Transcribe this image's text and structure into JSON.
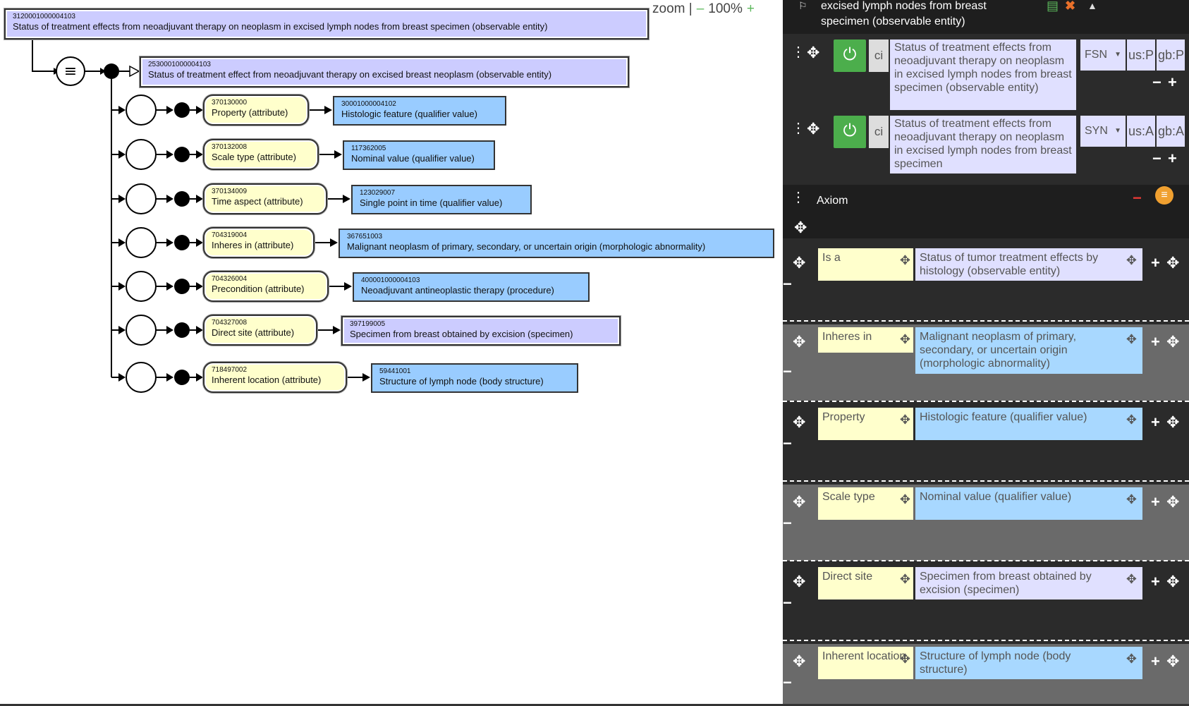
{
  "diagram": {
    "focus": {
      "id": "3120001000004103",
      "label": "Status of treatment effects from neoadjuvant therapy on neoplasm in excised lymph nodes from breast specimen (observable entity)"
    },
    "parent": {
      "id": "2530001000004103",
      "label": "Status of treatment effect from neoadjuvant therapy on excised breast neoplasm (observable entity)"
    },
    "definition_status_symbol": "≡",
    "relationships": [
      {
        "attr_id": "370130000",
        "attr_label": "Property (attribute)",
        "val_id": "30001000004102",
        "val_label": "Histologic feature (qualifier value)",
        "val_defined": false
      },
      {
        "attr_id": "370132008",
        "attr_label": "Scale type (attribute)",
        "val_id": "117362005",
        "val_label": "Nominal value (qualifier value)",
        "val_defined": false
      },
      {
        "attr_id": "370134009",
        "attr_label": "Time aspect (attribute)",
        "val_id": "123029007",
        "val_label": "Single point in time (qualifier value)",
        "val_defined": false
      },
      {
        "attr_id": "704319004",
        "attr_label": "Inheres in (attribute)",
        "val_id": "367651003",
        "val_label": "Malignant neoplasm of primary, secondary, or uncertain origin (morphologic abnormality)",
        "val_defined": false
      },
      {
        "attr_id": "704326004",
        "attr_label": "Precondition (attribute)",
        "val_id": "400001000004103",
        "val_label": "Neoadjuvant antineoplastic therapy (procedure)",
        "val_defined": false
      },
      {
        "attr_id": "704327008",
        "attr_label": "Direct site (attribute)",
        "val_id": "397199005",
        "val_label": "Specimen from breast obtained by excision (specimen)",
        "val_defined": true
      },
      {
        "attr_id": "718497002",
        "attr_label": "Inherent location (attribute)",
        "val_id": "59441001",
        "val_label": "Structure of lymph node (body structure)",
        "val_defined": false
      }
    ]
  },
  "zoom": {
    "label": "zoom |",
    "minus": "–",
    "value": "100%",
    "plus": "+"
  },
  "panel": {
    "header_title": "excised lymph nodes from breast specimen (observable entity)",
    "descriptions": [
      {
        "ci": "ci",
        "term": "Status of treatment effects from neoadjuvant therapy on neoplasm in excised lymph nodes from breast specimen (observable entity)",
        "type": "FSN",
        "lang": "us:P",
        "gb": "gb:P"
      },
      {
        "ci": "ci",
        "term": "Status of treatment effects from neoadjuvant therapy on neoplasm in excised lymph nodes from breast specimen",
        "type": "SYN",
        "lang": "us:A",
        "gb": "gb:A"
      }
    ],
    "axiom_label": "Axiom",
    "axiom_rows": [
      {
        "type": "Is a",
        "value": "Status of tumor treatment effects by histology (observable entity)",
        "defined": true
      },
      {
        "type": "Inheres in",
        "value": "Malignant neoplasm of primary, secondary, or uncertain origin (morphologic abnormality)",
        "defined": false
      },
      {
        "type": "Property",
        "value": "Histologic feature (qualifier value)",
        "defined": false
      },
      {
        "type": "Scale type",
        "value": "Nominal value (qualifier value)",
        "defined": false
      },
      {
        "type": "Direct site",
        "value": "Specimen from breast obtained by excision (specimen)",
        "defined": true
      },
      {
        "type": "Inherent location",
        "value": "Structure of lymph node (body structure)",
        "defined": false
      }
    ]
  },
  "colors": {
    "defined": "#ccccff",
    "primitive": "#99ccff",
    "attribute": "#ffffcc",
    "active": "#4cae4c",
    "panel_bg": "#2b2b2b"
  }
}
